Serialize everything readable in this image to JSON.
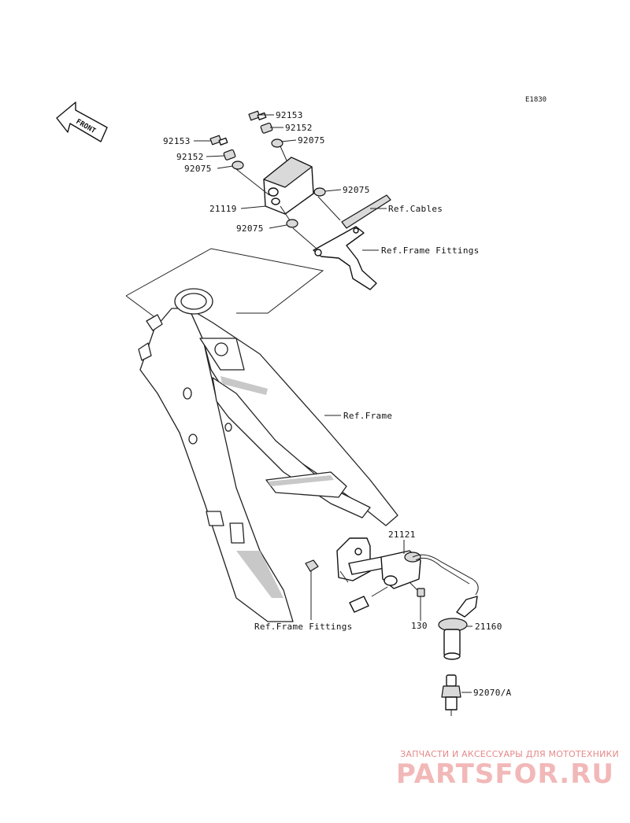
{
  "diagram_code": "E1830",
  "front_label": "FRONT",
  "callouts": {
    "p92153_top": "92153",
    "p92152_top": "92152",
    "p92075_top": "92075",
    "p92153_left": "92153",
    "p92152_left": "92152",
    "p92075_left": "92075",
    "p92075_right": "92075",
    "p21119": "21119",
    "p92075_lower": "92075",
    "ref_cables": "Ref.Cables",
    "ref_frame_fittings_top": "Ref.Frame Fittings",
    "ref_frame": "Ref.Frame",
    "p21121": "21121",
    "p130": "130",
    "p21160": "21160",
    "p92070a": "92070/A",
    "ref_frame_fittings_bottom": "Ref.Frame Fittings"
  },
  "watermark": {
    "tagline": "ЗАПЧАСТИ И АКСЕССУАРЫ ДЛЯ МОТОТЕХНИКИ",
    "brand": "PARTSFOR.RU"
  },
  "colors": {
    "line": "#111111",
    "watermark": "#e58a8a"
  }
}
